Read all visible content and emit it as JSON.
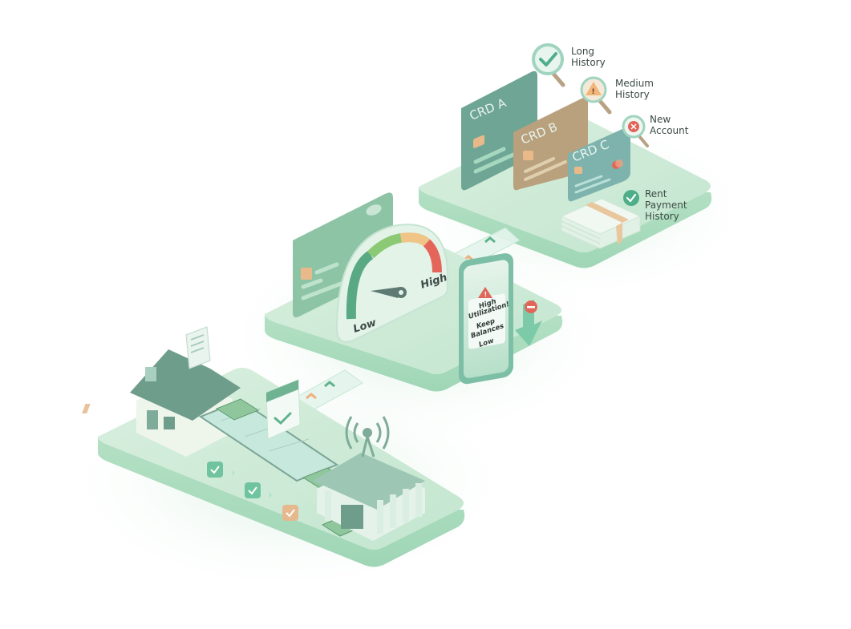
{
  "illustration": {
    "theme": "credit score factors isometric illustration",
    "colors": {
      "platform_top": "#cfe9d6",
      "platform_side": "#a9d9bc",
      "accent_green": "#5fae8c",
      "gauge_low": "#5aa985",
      "gauge_mid_green": "#8cc974",
      "gauge_orange": "#f0c486",
      "gauge_red": "#e4665a",
      "card_a": "#6fa595",
      "card_b": "#b8a17c",
      "card_c": "#7eb3ad",
      "chip": "#e9b98a",
      "alert_red": "#e06659"
    }
  },
  "top_platform": {
    "cards": [
      {
        "id": "a",
        "label": "CRD A"
      },
      {
        "id": "b",
        "label": "CRD B"
      },
      {
        "id": "c",
        "label": "CRD C"
      }
    ],
    "indicators": [
      {
        "icon": "check-magnifier-icon",
        "label_line1": "Long",
        "label_line2": "History"
      },
      {
        "icon": "warning-magnifier-icon",
        "label_line1": "Medium",
        "label_line2": "History"
      },
      {
        "icon": "x-magnifier-icon",
        "label_line1": "New",
        "label_line2": "Account"
      }
    ],
    "rent": {
      "icon": "check-badge-icon",
      "line1": "Rent",
      "line2": "Payment",
      "line3": "History"
    }
  },
  "middle_platform": {
    "gauge": {
      "low_label": "Low",
      "high_label": "High"
    },
    "phone_alert": {
      "lines": [
        "High",
        "Utilization!",
        "Keep",
        "Balances",
        "Low"
      ]
    }
  },
  "bottom_platform": {
    "description": "House sending cash via conveyor belt to bank with on-time payment checkmarks"
  }
}
